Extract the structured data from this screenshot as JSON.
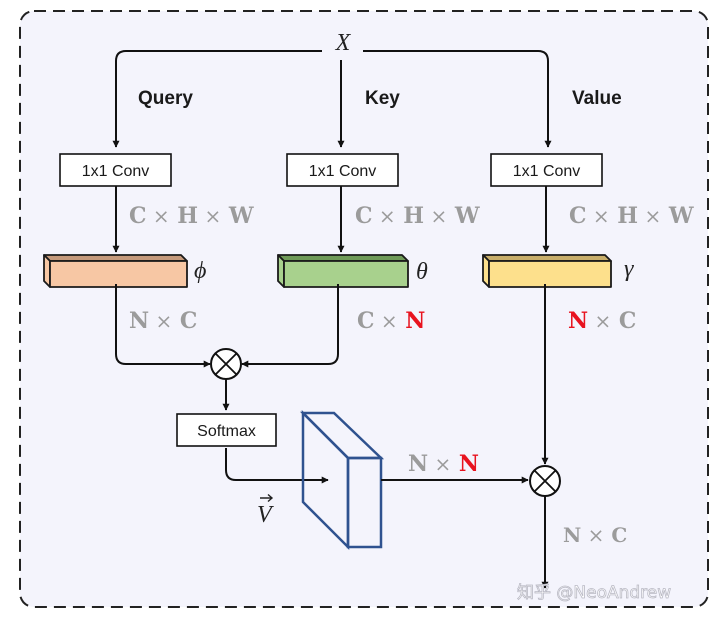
{
  "diagram": {
    "title": "Non-local / self-attention block",
    "input": {
      "label": "X"
    },
    "branches": [
      {
        "id": "query",
        "label": "Query",
        "conv_label": "1x1 Conv",
        "conv_dims": {
          "parts": [
            "C",
            "×",
            "H",
            "×",
            "W"
          ],
          "highlight": []
        },
        "feature_symbol": "ϕ",
        "feature_color": "#f7c7a4",
        "feature_top_color": "#c59a7c",
        "out_dims": {
          "parts": [
            "N",
            "×",
            "C"
          ],
          "highlight": []
        }
      },
      {
        "id": "key",
        "label": "Key",
        "conv_label": "1x1 Conv",
        "conv_dims": {
          "parts": [
            "C",
            "×",
            "H",
            "×",
            "W"
          ],
          "highlight": []
        },
        "feature_symbol": "θ",
        "feature_color": "#a8d18d",
        "feature_top_color": "#6f9a58",
        "out_dims": {
          "parts": [
            "C",
            "×",
            "N"
          ],
          "highlight": [
            "N"
          ]
        }
      },
      {
        "id": "value",
        "label": "Value",
        "conv_label": "1x1 Conv",
        "conv_dims": {
          "parts": [
            "C",
            "×",
            "H",
            "×",
            "W"
          ],
          "highlight": []
        },
        "feature_symbol": "γ",
        "feature_color": "#fde08c",
        "feature_top_color": "#c8ae6a",
        "out_dims": {
          "parts": [
            "N",
            "×",
            "C"
          ],
          "highlight": [
            "N"
          ]
        }
      }
    ],
    "softmax_label": "Softmax",
    "attention_vector_label": "V",
    "attention_dims": {
      "parts": [
        "N",
        "×",
        "N"
      ],
      "highlight": [
        "N2"
      ]
    },
    "output_dims": {
      "parts": [
        "N",
        "×",
        "C"
      ],
      "highlight": []
    },
    "operator_symbol": "⊗",
    "colors": {
      "background": "#f4f4fc",
      "border": "#222222",
      "line": "#111111",
      "dim_text": "#9b9b9b",
      "highlight": "#e8131f",
      "attention_map_stroke": "#2f528f"
    },
    "watermark": "知乎 @NeoAndrew"
  }
}
